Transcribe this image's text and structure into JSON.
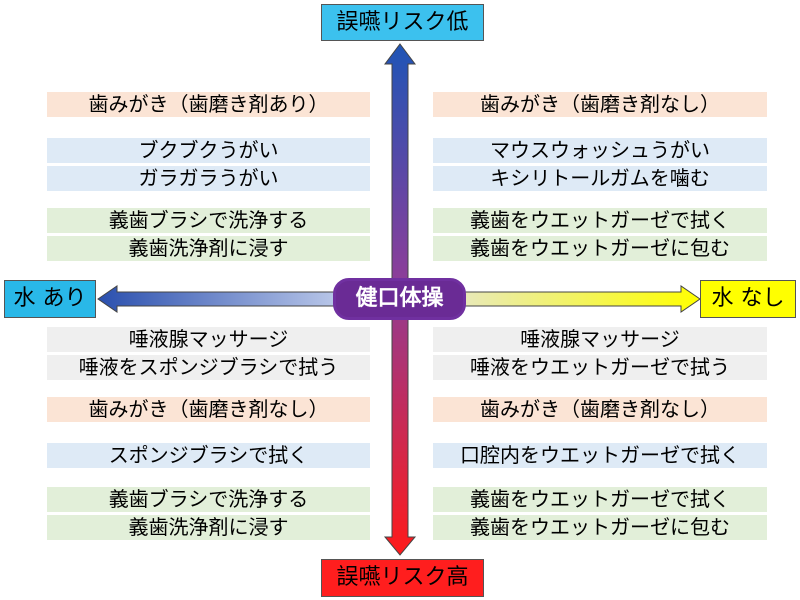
{
  "colors": {
    "peach_bg": "#fbe4d5",
    "blue_bg": "#deeaf6",
    "green_bg": "#e2efd9",
    "gray_bg": "#efefef",
    "top_label_bg": "#3cc1ee",
    "bottom_label_bg": "#ff1e1e",
    "left_label_bg": "#29b8e8",
    "right_label_bg": "#ffff00",
    "center_bg": "#6a2b95"
  },
  "axes": {
    "top_label": "誤嚥リスク低",
    "bottom_label": "誤嚥リスク高",
    "left_label": "水 あり",
    "right_label": "水 なし",
    "center_label": "健口体操"
  },
  "quadrants": {
    "top_left": {
      "toothbrush": "歯みがき（歯磨き剤あり）",
      "rinse_1": "ブクブクうがい",
      "rinse_2": "ガラガラうがい",
      "denture_1": "義歯ブラシで洗浄する",
      "denture_2": "義歯洗浄剤に浸す"
    },
    "top_right": {
      "toothbrush": "歯みがき（歯磨き剤なし）",
      "rinse_1": "マウスウォッシュうがい",
      "rinse_2": "キシリトールガムを噛む",
      "denture_1": "義歯をウエットガーゼで拭く",
      "denture_2": "義歯をウエットガーゼに包む"
    },
    "bottom_left": {
      "saliva_1": "唾液腺マッサージ",
      "saliva_2": "唾液をスポンジブラシで拭う",
      "toothbrush": "歯みがき（歯磨き剤なし）",
      "wipe": "スポンジブラシで拭く",
      "denture_1": "義歯ブラシで洗浄する",
      "denture_2": "義歯洗浄剤に浸す"
    },
    "bottom_right": {
      "saliva_1": "唾液腺マッサージ",
      "saliva_2": "唾液をウエットガーゼで拭う",
      "toothbrush": "歯みがき（歯磨き剤なし）",
      "wipe": "口腔内をウエットガーゼで拭く",
      "denture_1": "義歯をウエットガーゼで拭く",
      "denture_2": "義歯をウエットガーゼに包む"
    }
  }
}
